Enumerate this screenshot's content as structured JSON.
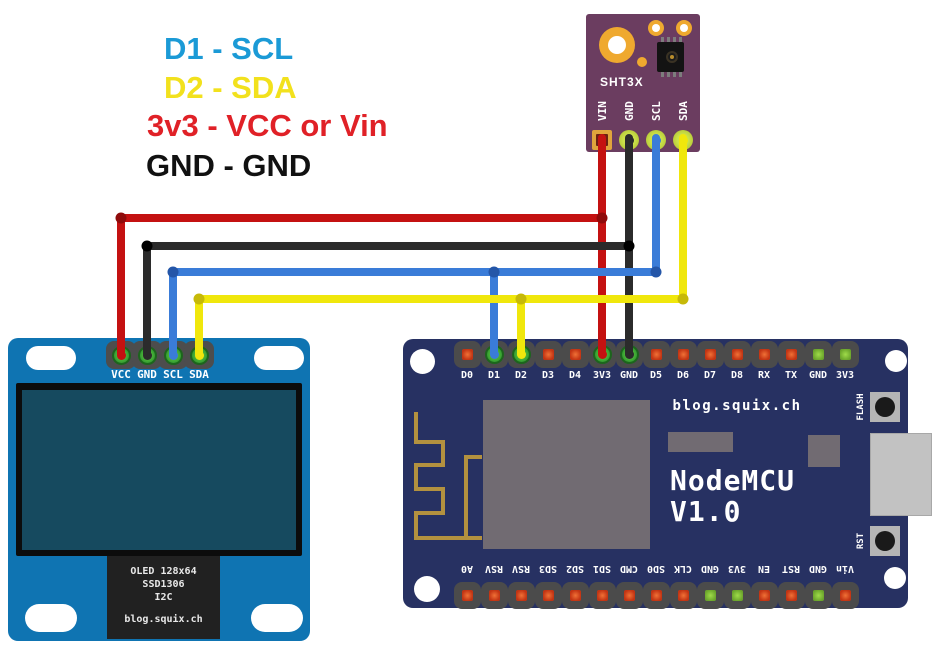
{
  "legend": {
    "items": [
      {
        "label": "D1 - SCL",
        "color": "#1b9ad6"
      },
      {
        "label": "D2 - SDA",
        "color": "#f2e11d"
      },
      {
        "label": "3v3 - VCC or Vin",
        "color": "#e02127"
      },
      {
        "label": "GND - GND",
        "color": "#111111"
      }
    ]
  },
  "sht3x": {
    "title": "SHT3X",
    "pins": [
      {
        "label": "VIN",
        "wire": "red"
      },
      {
        "label": "GND",
        "wire": "black"
      },
      {
        "label": "SCL",
        "wire": "blue"
      },
      {
        "label": "SDA",
        "wire": "yellow"
      }
    ]
  },
  "oled": {
    "pins": [
      {
        "label": "VCC",
        "wire": "red"
      },
      {
        "label": "GND",
        "wire": "black"
      },
      {
        "label": "SCL",
        "wire": "blue"
      },
      {
        "label": "SDA",
        "wire": "yellow"
      }
    ],
    "info_lines": [
      "OLED 128x64",
      "SSD1306",
      "I2C"
    ],
    "brand": "blog.squix.ch"
  },
  "nodemcu": {
    "brand": "blog.squix.ch",
    "model": "NodeMCU",
    "version": "V1.0",
    "flash_label": "FLASH",
    "rst_label": "RST",
    "top_pins": [
      {
        "label": "D0",
        "pad": "nc"
      },
      {
        "label": "D1",
        "pad": "wire",
        "wire": "blue"
      },
      {
        "label": "D2",
        "pad": "wire",
        "wire": "yellow"
      },
      {
        "label": "D3",
        "pad": "nc"
      },
      {
        "label": "D4",
        "pad": "nc"
      },
      {
        "label": "3V3",
        "pad": "wire",
        "wire": "red"
      },
      {
        "label": "GND",
        "pad": "wire",
        "wire": "black"
      },
      {
        "label": "D5",
        "pad": "nc"
      },
      {
        "label": "D6",
        "pad": "nc"
      },
      {
        "label": "D7",
        "pad": "nc"
      },
      {
        "label": "D8",
        "pad": "nc"
      },
      {
        "label": "RX",
        "pad": "nc"
      },
      {
        "label": "TX",
        "pad": "nc"
      },
      {
        "label": "GND",
        "pad": "net"
      },
      {
        "label": "3V3",
        "pad": "net"
      }
    ],
    "bottom_pins": [
      {
        "label": "A0",
        "pad": "nc"
      },
      {
        "label": "RSV",
        "pad": "nc"
      },
      {
        "label": "RSV",
        "pad": "nc"
      },
      {
        "label": "SD3",
        "pad": "nc"
      },
      {
        "label": "SD2",
        "pad": "nc"
      },
      {
        "label": "SD1",
        "pad": "nc"
      },
      {
        "label": "CMD",
        "pad": "nc"
      },
      {
        "label": "SD0",
        "pad": "nc"
      },
      {
        "label": "CLK",
        "pad": "nc"
      },
      {
        "label": "GND",
        "pad": "net"
      },
      {
        "label": "3V3",
        "pad": "net"
      },
      {
        "label": "EN",
        "pad": "nc"
      },
      {
        "label": "RST",
        "pad": "nc"
      },
      {
        "label": "GND",
        "pad": "net"
      },
      {
        "label": "Vin",
        "pad": "nc"
      }
    ]
  },
  "wires": {
    "colors": {
      "red": "#c41111",
      "black": "#2b2b2b",
      "blue": "#3a7cd8",
      "yellow": "#f0e70c"
    },
    "junction_colors": {
      "red": "#8f0b0b",
      "black": "#000000",
      "blue": "#2456a8",
      "yellow": "#c6b909"
    },
    "antenna_color": "#b3913f"
  }
}
